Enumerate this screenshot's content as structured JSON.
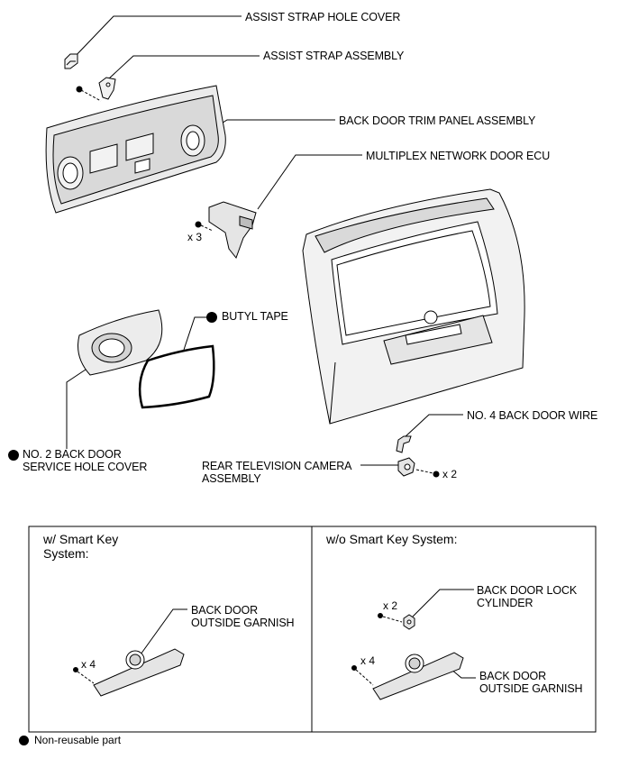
{
  "labels": {
    "assist_strap_hole_cover": "ASSIST STRAP HOLE COVER",
    "assist_strap_assembly": "ASSIST STRAP ASSEMBLY",
    "back_door_trim_panel": "BACK DOOR TRIM PANEL ASSEMBLY",
    "multiplex_ecu": "MULTIPLEX NETWORK DOOR ECU",
    "butyl_tape": "BUTYL TAPE",
    "no4_wire": "NO. 4 BACK DOOR WIRE",
    "service_hole_cover": "NO. 2 BACK DOOR\nSERVICE HOLE COVER",
    "rear_camera": "REAR TELEVISION CAMERA\nASSEMBLY"
  },
  "quantities": {
    "ecu_bolts": "x 3",
    "camera_screws": "x 2",
    "smart_garnish_clips": "x 4",
    "nosmart_cylinder_screws": "x 2",
    "nosmart_garnish_clips": "x 4"
  },
  "panels": {
    "with_smart_key": {
      "header": "w/ Smart Key\nSystem:",
      "garnish_label": "BACK DOOR\nOUTSIDE GARNISH"
    },
    "without_smart_key": {
      "header": "w/o Smart Key System:",
      "lock_cylinder_label": "BACK DOOR LOCK\nCYLINDER",
      "garnish_label": "BACK DOOR\nOUTSIDE GARNISH"
    }
  },
  "legend": {
    "non_reusable": "Non-reusable part"
  },
  "colors": {
    "line": "#000000",
    "part_fill": "#f2f2f2",
    "part_shade": "#d9d9d9"
  }
}
